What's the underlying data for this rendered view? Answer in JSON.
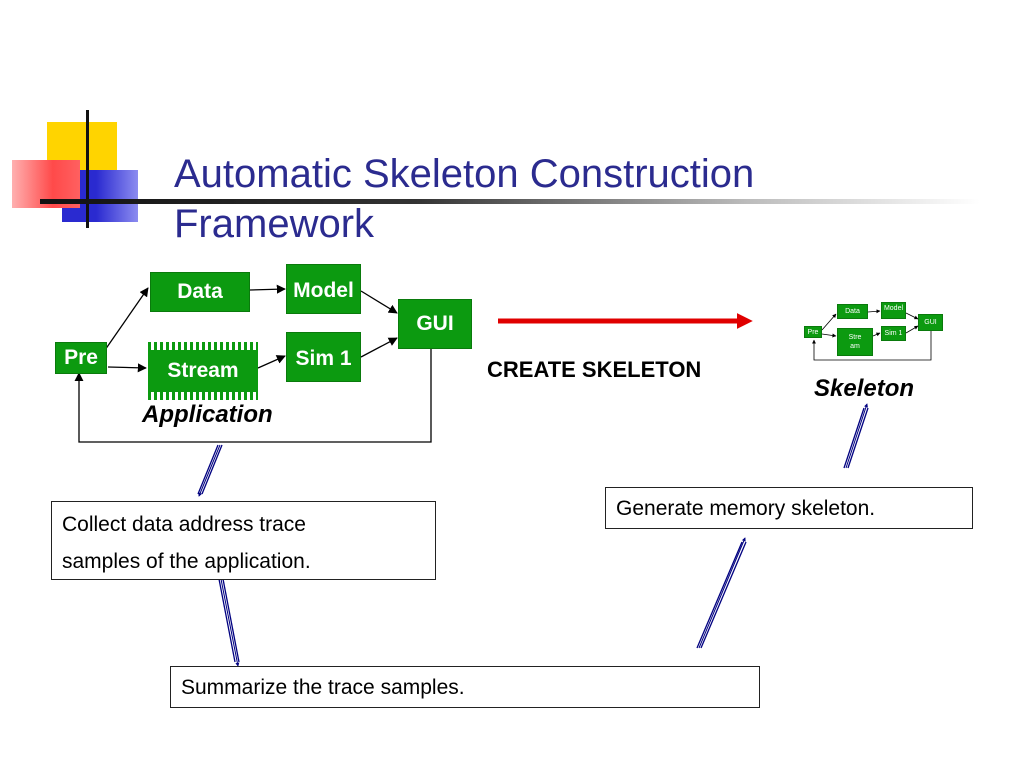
{
  "slide": {
    "title_line1": "Automatic Skeleton Construction",
    "title_line2": "Framework"
  },
  "application": {
    "label": "Application",
    "nodes": {
      "pre": "Pre",
      "data": "Data",
      "stream": "Stream",
      "model": "Model",
      "sim": "Sim 1",
      "gui": "GUI"
    }
  },
  "create_label": "CREATE SKELETON",
  "skeleton": {
    "label": "Skeleton",
    "nodes": {
      "pre": "Pre",
      "data": "Data",
      "stream_line1": "Stre",
      "stream_line2": "am",
      "model": "Model",
      "sim": "Sim 1",
      "gui": "GUI"
    }
  },
  "steps": {
    "collect_line1": "Collect data address trace",
    "collect_line2": "samples of the application.",
    "summarize": "Summarize the trace samples.",
    "generate": "Generate memory skeleton."
  },
  "colors": {
    "node_green": "#0c9a10",
    "title_blue": "#2b2b8f",
    "create_arrow": "#e00000",
    "step_arrow": "#000080",
    "deco_yellow": "#ffd400",
    "deco_red": "#ff4a4a",
    "deco_blue": "#2a2ad0"
  }
}
